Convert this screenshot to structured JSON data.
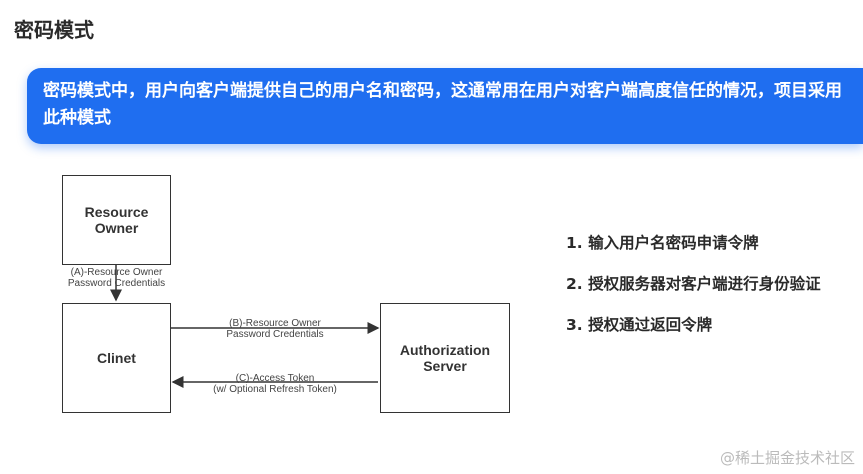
{
  "title": "密码模式",
  "banner": "密码模式中，用户向客户端提供自己的用户名和密码，这通常用在用户对客户端高度信任的情况，项目采用此种模式",
  "diagram": {
    "resource_owner": [
      "Resource",
      "Owner"
    ],
    "client": "Clinet",
    "auth_server": [
      "Authorization",
      "Server"
    ],
    "label_a": [
      "(A)-Resource Owner",
      "Password Credentials"
    ],
    "label_b": [
      "(B)-Resource Owner",
      "Password Credentials"
    ],
    "label_c": [
      "(C)-Access Token",
      "(w/ Optional Refresh Token)"
    ]
  },
  "steps": [
    "1. 输入用户名密码申请令牌",
    "2. 授权服务器对客户端进行身份验证",
    "3. 授权通过返回令牌"
  ],
  "watermark": "@稀土掘金技术社区"
}
